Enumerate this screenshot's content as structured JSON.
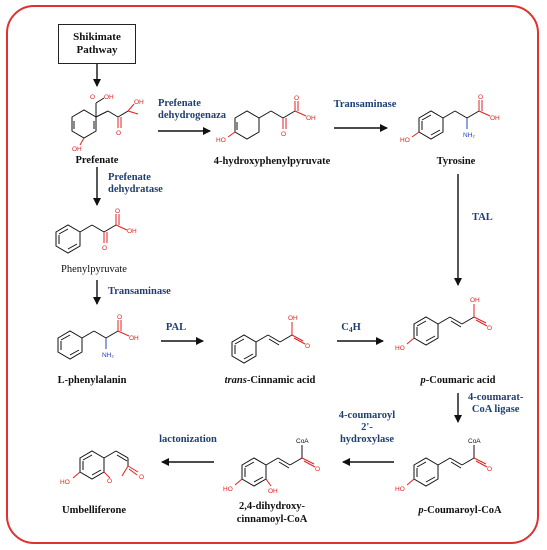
{
  "start": {
    "line1": "Shikimate",
    "line2": "Pathway"
  },
  "compounds": {
    "prefenate": "Prefenate",
    "hpp": "4-hydroxyphenylpyruvate",
    "tyrosine": "Tyrosine",
    "phenylpyruvate": "Phenylpyruvate",
    "phenylalanine": "L-phenylalanin",
    "cinnamic_prefix": "trans",
    "cinnamic_suffix": "-Cinnamic acid",
    "coumaric_prefix": "p",
    "coumaric_suffix": "-Coumaric acid",
    "coumaroyl_prefix": "p",
    "coumaroyl_suffix": "-Coumaroyl-CoA",
    "dihydroxy": "2,4-dihydroxy-\ncinnamoyl-CoA",
    "umbelliferone": "Umbelliferone"
  },
  "enzymes": {
    "prefenate_dehydrogenaza": "Prefenate\ndehydrogenaza",
    "transaminase_top": "Transaminase",
    "prefenate_dehydratase": "Prefenate\ndehydratase",
    "tal": "TAL",
    "transaminase_mid": "Transaminase",
    "pal": "PAL",
    "c4h_main": "C",
    "c4h_sub": "4",
    "c4h_end": "H",
    "coa_ligase": "4-coumarat-\nCoA ligase",
    "hydroxylase": "4-coumaroyl\n2'-\nhydroxylase",
    "lactonization": "lactonization"
  },
  "atoms": {
    "oh": "OH",
    "o": "O",
    "nh2": "NH₂",
    "ho": "HO",
    "coa": "CoA"
  },
  "colors": {
    "frame": "#e03030",
    "enzyme_text": "#1f3f72",
    "oxygen": "#e02020",
    "nitrogen": "#2040c0",
    "bond": "#111111"
  }
}
